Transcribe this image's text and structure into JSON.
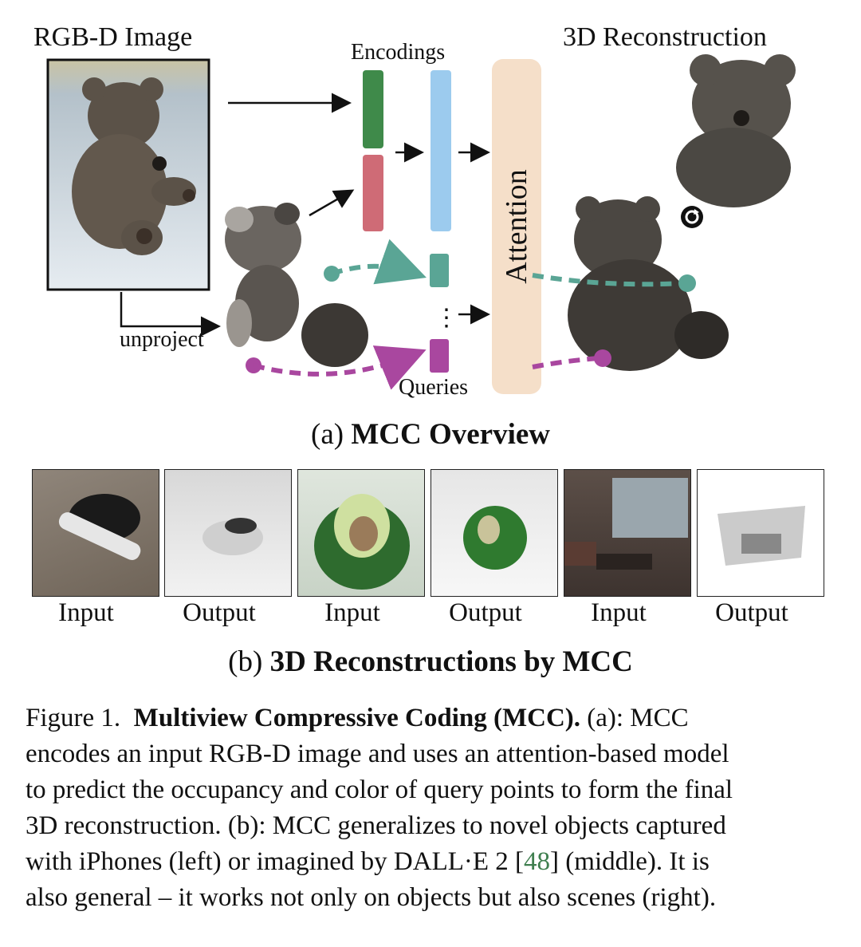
{
  "overview": {
    "rgbd_label": "RGB-D Image",
    "encodings_label": "Encodings",
    "recon_label": "3D Reconstruction",
    "attention_label": "Attention",
    "unproject_label": "unproject",
    "queries_label": "Queries",
    "caption_prefix": "(a)",
    "caption_bold": "MCC Overview"
  },
  "reconstructions": {
    "thumbnails": [
      {
        "label": "Input"
      },
      {
        "label": "Output"
      },
      {
        "label": "Input"
      },
      {
        "label": "Output"
      },
      {
        "label": "Input"
      },
      {
        "label": "Output"
      }
    ],
    "caption_prefix": "(b)",
    "caption_bold": "3D Reconstructions by MCC"
  },
  "figure_caption": {
    "figure_num": "Figure 1.",
    "title": "Multiview Compressive Coding (MCC).",
    "line1_rest": "(a): MCC",
    "line2": "encodes an input RGB-D image and uses an attention-based model",
    "line3": "to predict the occupancy and color of query points to form the final",
    "line4": "3D reconstruction. (b): MCC generalizes to novel objects captured",
    "line5_a": "with iPhones (left) or imagined by DALL·E 2 [",
    "cite": "48",
    "line5_b": "] (middle). It is",
    "line6": "also general – it works not only on objects but also scenes (right)."
  },
  "colors": {
    "teal": "#5aa595",
    "magenta": "#a9479f",
    "green": "#3f8a4a",
    "pink": "#cf6b76",
    "light_blue": "#9ccbee",
    "attention_bg": "#f5dfc9"
  }
}
